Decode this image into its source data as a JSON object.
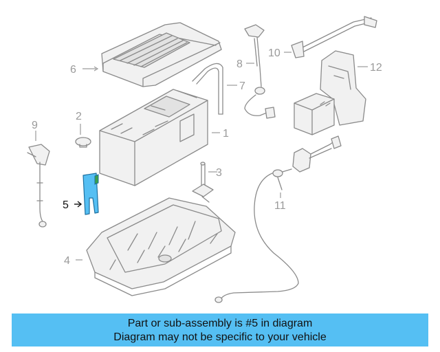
{
  "diagram": {
    "callouts": {
      "c1": "1",
      "c2": "2",
      "c3": "3",
      "c4": "4",
      "c5": "5",
      "c6": "6",
      "c7": "7",
      "c8": "8",
      "c9": "9",
      "c10": "10",
      "c11": "11",
      "c12": "12"
    },
    "highlighted_part": "5",
    "colors": {
      "highlight": "#55bff3",
      "line": "#8a8a8a",
      "label": "#9a9a9a"
    }
  },
  "banner": {
    "line1": "Part or sub-assembly is #5 in diagram",
    "line2": "Diagram may not be specific to your vehicle",
    "background": "#55bff3"
  }
}
